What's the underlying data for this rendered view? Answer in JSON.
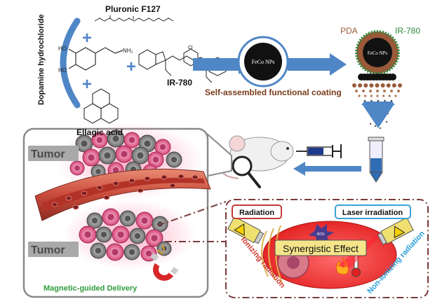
{
  "reagents": {
    "dopamine": "Dopamine hydrochloride",
    "pluronic": "Pluronic F127",
    "ir780": "IR-780",
    "ellagic": "Ellagic acid",
    "plus": "+"
  },
  "core_label": "FeCo NPs",
  "coating_label": "Self-assembled functional coating",
  "particle": {
    "pda": "PDA",
    "ir780": "IR-780",
    "core": "FeCo NPs"
  },
  "tumor_top": "Tumor",
  "tumor_bottom": "Tumor",
  "delivery_label": "Magnetic-guided Delivery",
  "radiation_label": "Radiation",
  "laser_label": "Laser irradiation",
  "synergy_label": "Synergistic Effect",
  "ros_label": "ROS",
  "ionizing_label": "Ionizing radiation",
  "non_ionizing_label": "Non-ionizing radiation",
  "colors": {
    "arrow": "#4f86c6",
    "coating_text": "#7a3b1a",
    "tumor_box": "#8a8a8a",
    "green": "#2e9c3a",
    "radiation_border": "#c23b3b",
    "laser_border": "#3aa3d8",
    "dash_border": "#7a3b3b",
    "ir780_green": "#2d8a3e",
    "pda_brown": "#9a5a3a"
  }
}
